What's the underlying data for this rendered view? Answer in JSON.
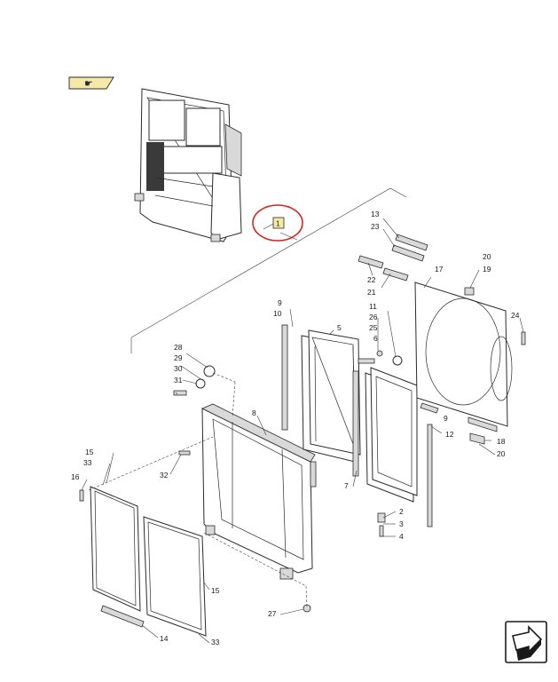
{
  "hint_tag": {
    "label": "☛",
    "bg": "#f4e9a6"
  },
  "callout": {
    "label": "1",
    "bg": "#f4e9a6",
    "circle_color": "#d9221c"
  },
  "labels": {
    "l2": "2",
    "l3": "3",
    "l4": "4",
    "l5": "5",
    "l6": "6",
    "l7": "7",
    "l8": "8",
    "l9a": "9",
    "l9b": "9",
    "l10": "10",
    "l11": "11",
    "l12": "12",
    "l13": "13",
    "l14": "14",
    "l15a": "15",
    "l15b": "15",
    "l16": "16",
    "l17": "17",
    "l18": "18",
    "l19": "19",
    "l20a": "20",
    "l20b": "20",
    "l21": "21",
    "l22": "22",
    "l23": "23",
    "l24": "24",
    "l25": "25",
    "l26": "26",
    "l27": "27",
    "l28": "28",
    "l29": "29",
    "l30": "30",
    "l31": "31",
    "l32": "32",
    "l33a": "33",
    "l33b": "33"
  },
  "nav_icon": "next-page-arrow-icon"
}
